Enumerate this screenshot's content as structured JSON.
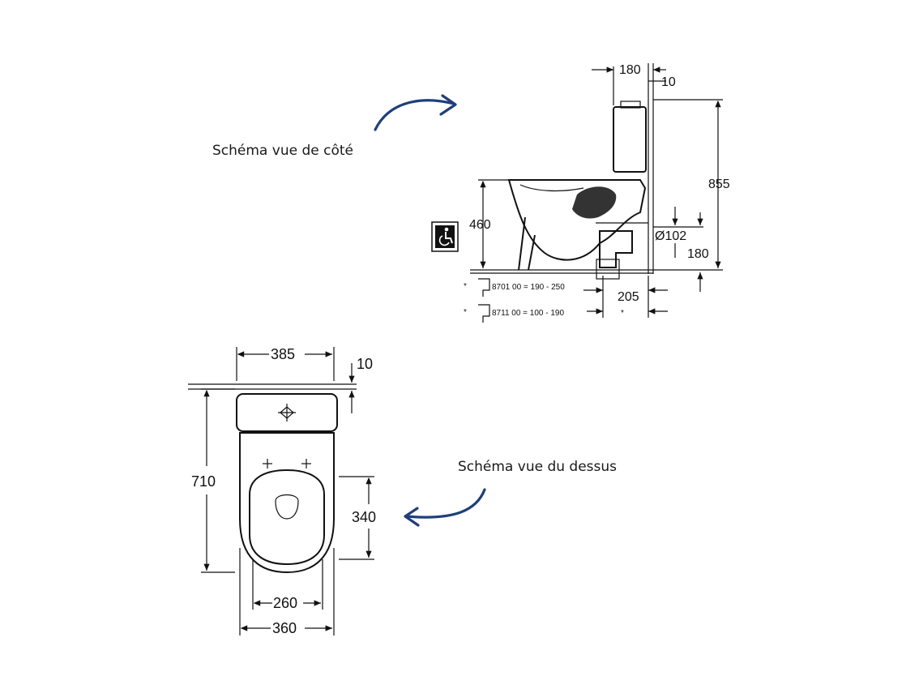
{
  "captions": {
    "side": "Schéma vue de côté",
    "top": "Schéma vue du dessus"
  },
  "colors": {
    "arrow": "#1f3f7a",
    "lines": "#111111",
    "background": "#ffffff"
  },
  "side_view": {
    "dim_180_top": "180",
    "dim_10_top": "10",
    "dim_855": "855",
    "dim_460": "460",
    "dim_d102": "Ø102",
    "dim_180_right": "180",
    "dim_205": "205",
    "note_1_star": "*",
    "note_1": "8701 00 = 190 - 250",
    "note_2_star": "*",
    "note_2": "8711 00 = 100 - 190",
    "note_end_star": "*",
    "accessibility_icon": "wheelchair-icon"
  },
  "top_view": {
    "dim_385": "385",
    "dim_10": "10",
    "dim_710": "710",
    "dim_340": "340",
    "dim_260": "260",
    "dim_360": "360"
  }
}
